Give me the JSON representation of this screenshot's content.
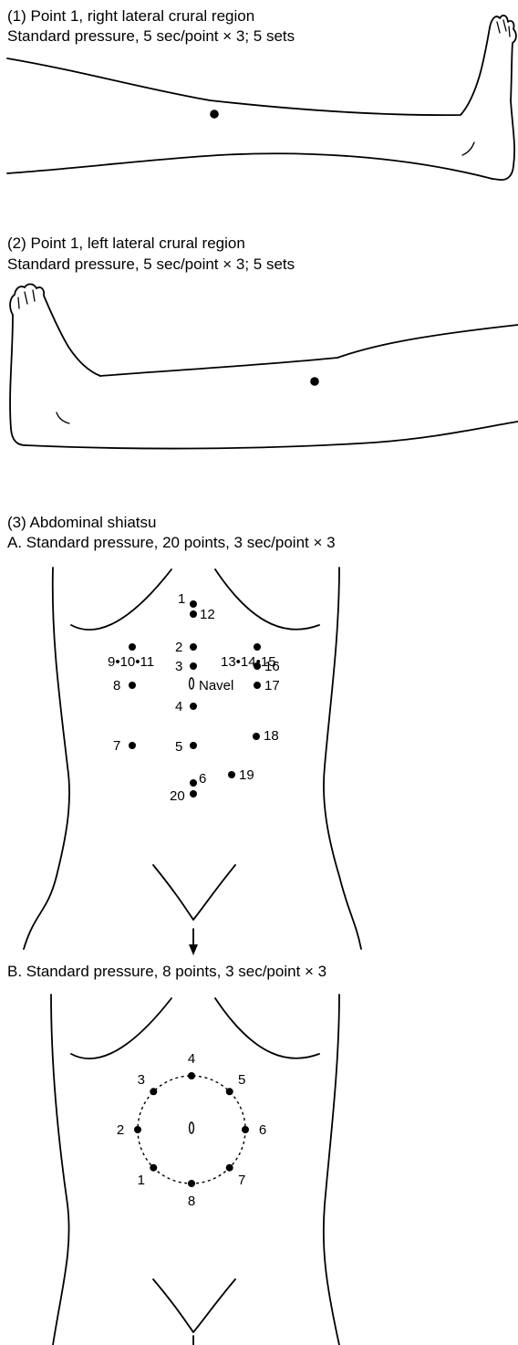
{
  "sections": {
    "right_leg": {
      "title": "(1) Point 1, right lateral crural region",
      "subtitle": "Standard pressure, 5 sec/point × 3; 5 sets"
    },
    "left_leg": {
      "title": "(2) Point 1, left lateral crural region",
      "subtitle": "Standard pressure, 5 sec/point × 3; 5 sets"
    },
    "abdominal": {
      "title": "(3) Abdominal shiatsu",
      "part_a": "A. Standard pressure, 20 points, 3 sec/point × 3",
      "part_b": "B. Standard pressure, 8 points, 3 sec/point × 3"
    }
  },
  "abdomen_a_labels": {
    "p1": "1",
    "p12": "12",
    "p2": "2",
    "p9_10_11": "9•10•11",
    "p13_14_15": "13•14•15",
    "p3": "3",
    "p16": "16",
    "p8": "8",
    "navel": "Navel",
    "p17": "17",
    "p4": "4",
    "p18": "18",
    "p7": "7",
    "p5": "5",
    "p6": "6",
    "p19": "19",
    "p20": "20"
  },
  "abdomen_b_labels": [
    "1",
    "2",
    "3",
    "4",
    "5",
    "6",
    "7",
    "8"
  ]
}
